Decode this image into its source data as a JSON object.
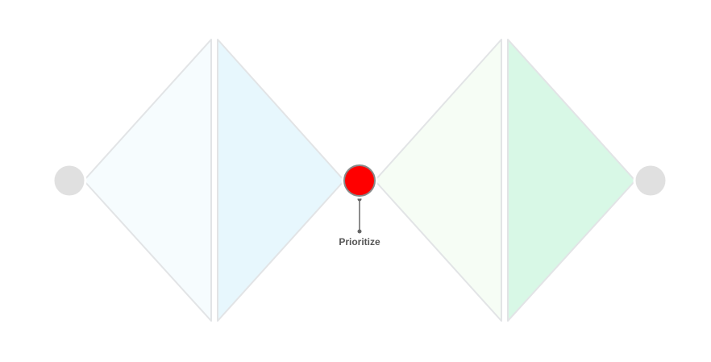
{
  "diagram": {
    "type": "double-diamond",
    "colors": {
      "background": "#ffffff",
      "outline": "#e2e4e6",
      "discover_fill": "#f6fcfe",
      "define_fill": "#e7f7fd",
      "develop_fill": "#f6fdf5",
      "deliver_fill": "#d8f8e6",
      "node_inactive": "#e0e0e0",
      "node_inactive_ring": "#ffffff",
      "node_active": "#ff0000",
      "node_active_border": "#888888",
      "connector": "#666666",
      "label": "#555555"
    },
    "nodes": [
      {
        "id": "start",
        "state": "inactive"
      },
      {
        "id": "midpoint",
        "state": "active"
      },
      {
        "id": "end",
        "state": "inactive"
      }
    ],
    "active_label": "Prioritize"
  }
}
